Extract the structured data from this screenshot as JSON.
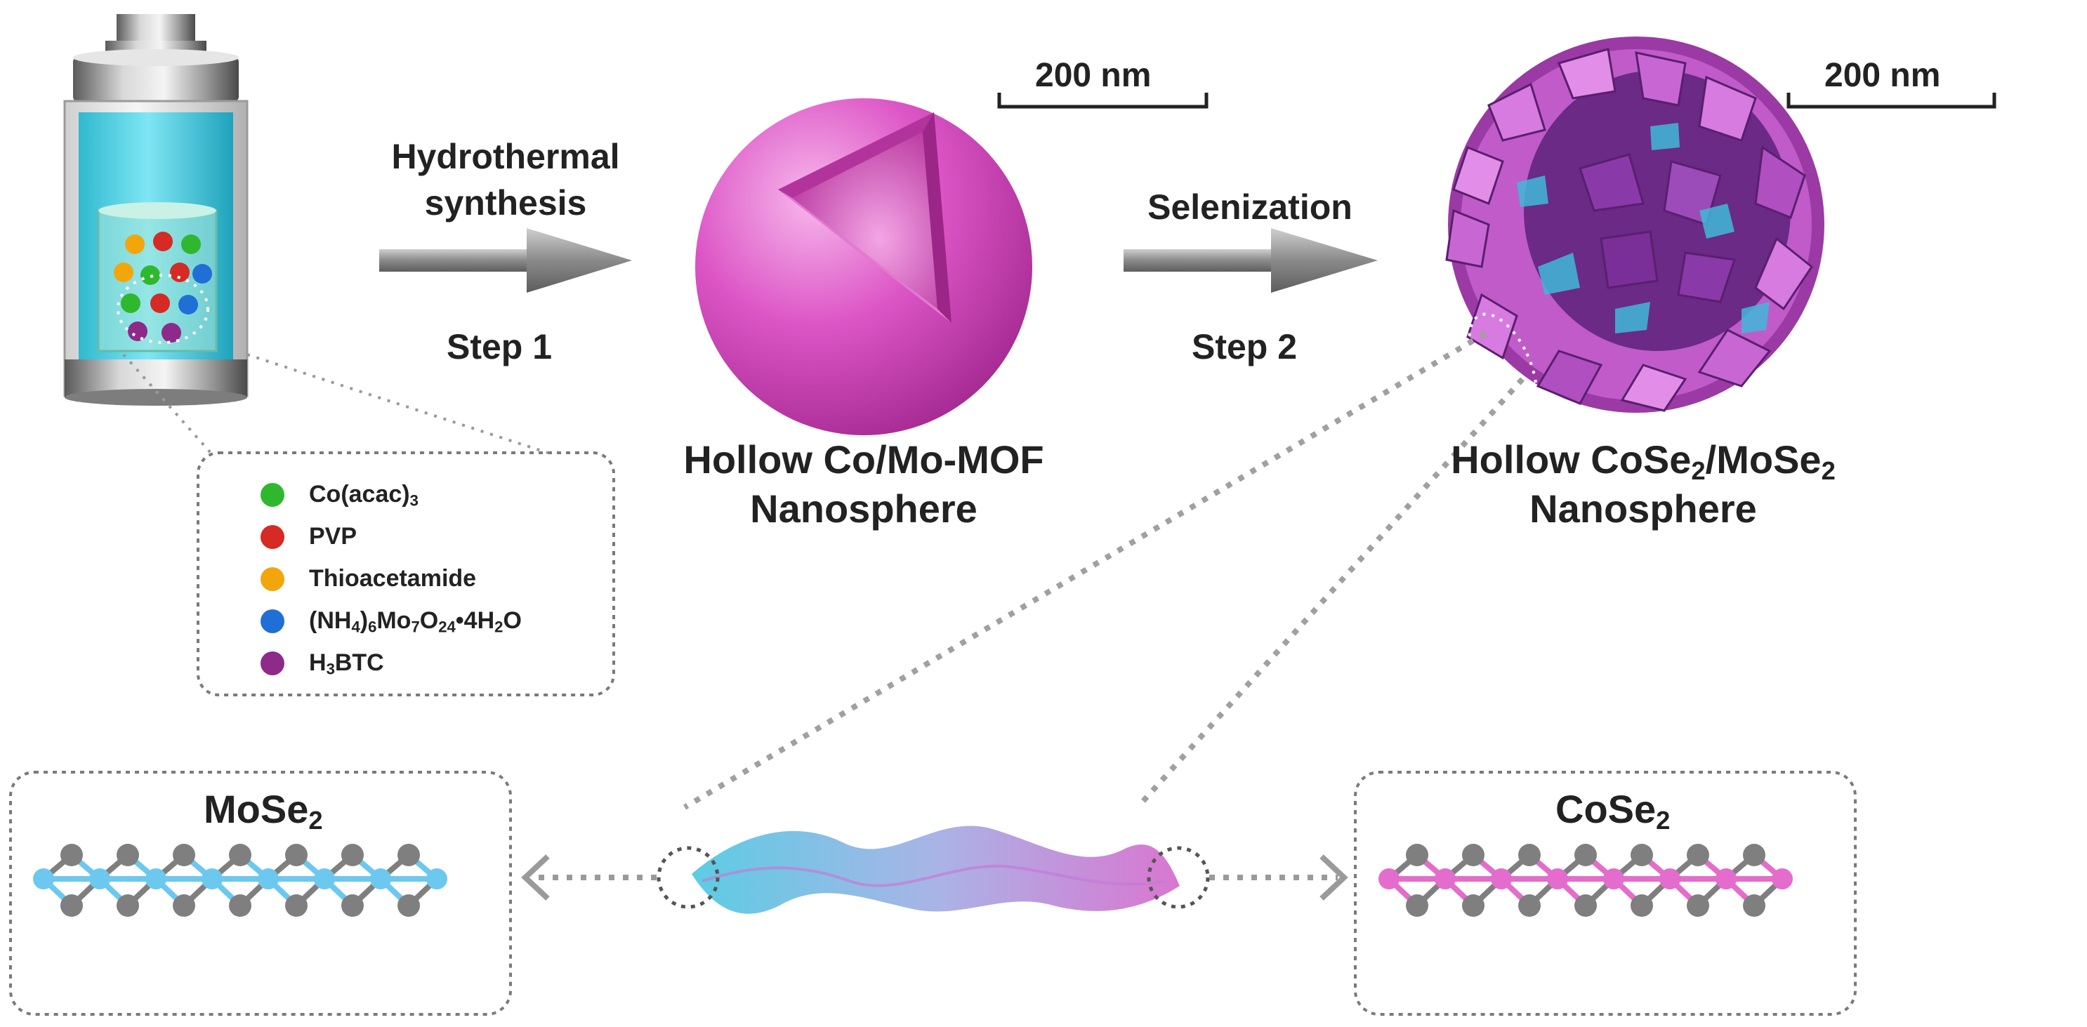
{
  "colors": {
    "co_acac": "#2fb82e",
    "pvp": "#d62a24",
    "thioacetamide": "#f2a60c",
    "ammonium_molybdate": "#1f6fd6",
    "h3btc": "#8d2a8a",
    "mof_pink": "#d64fc0",
    "mose2_blue": "#6cc8ee",
    "cose2_pink": "#e46ccc",
    "selenium_gray": "#7f7f7f",
    "arrow_gray": "#8a8a8a",
    "reactor_liquid": "#4fd6ea"
  },
  "step1": {
    "line1": "Hydrothermal",
    "line2": "synthesis",
    "step": "Step 1"
  },
  "step2": {
    "line1": "Selenization",
    "step": "Step 2"
  },
  "scalebars": {
    "left": "200 nm",
    "right": "200 nm"
  },
  "mof": {
    "line1": "Hollow  Co/Mo-MOF",
    "line2": "Nanosphere"
  },
  "product": {
    "line1_a": "Hollow  CoSe",
    "line1_sub1": "2",
    "line1_b": "/MoSe",
    "line1_sub2": "2",
    "line2": "Nanosphere"
  },
  "legend": {
    "items": [
      {
        "parts": [
          "Co(acac)",
          "3"
        ],
        "color": "#2fb82e",
        "icon": "green-sphere-icon"
      },
      {
        "parts": [
          "PVP"
        ],
        "color": "#d62a24",
        "icon": "red-sphere-icon"
      },
      {
        "parts": [
          "Thioacetamide"
        ],
        "color": "#f2a60c",
        "icon": "orange-sphere-icon"
      },
      {
        "parts": [
          "(NH",
          "4",
          ")",
          "6",
          "Mo",
          "7",
          "O",
          "24",
          "•4H",
          "2",
          "O"
        ],
        "color": "#1f6fd6",
        "icon": "blue-sphere-icon"
      },
      {
        "parts": [
          "H",
          "3",
          "BTC"
        ],
        "color": "#8d2a8a",
        "icon": "purple-sphere-icon"
      }
    ]
  },
  "mose2_box": {
    "title": "MoSe",
    "sub": "2"
  },
  "cose2_box": {
    "title": "CoSe",
    "sub": "2"
  }
}
